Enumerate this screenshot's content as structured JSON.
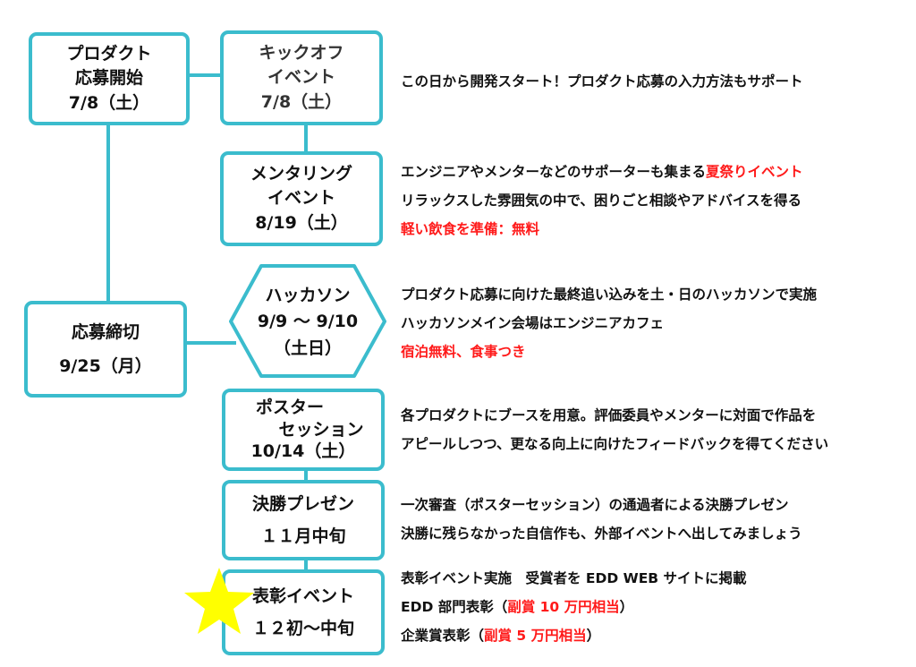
{
  "colors": {
    "accent": "#3bbccd",
    "highlight": "#ff1a1a",
    "star": "#ffff00"
  },
  "nodes": {
    "product_start": {
      "line1": "プロダクト",
      "line2": "応募開始",
      "date": "7/8（土）"
    },
    "kickoff": {
      "line1": "キックオフ",
      "line2": "イベント",
      "date": "7/8（土）"
    },
    "mentoring": {
      "line1": "メンタリング",
      "line2": "イベント",
      "date": "8/19（土）"
    },
    "hackathon": {
      "line1": "ハッカソン",
      "line2": "9/9 ～ 9/10",
      "date": "（土日）"
    },
    "deadline": {
      "line1": "応募締切",
      "date": "9/25（月）"
    },
    "poster": {
      "line1": "ポスター",
      "line2": "セッション",
      "date": "10/14（土）"
    },
    "final": {
      "line1": "決勝プレゼン",
      "date": "１１月中旬"
    },
    "award": {
      "line1": "表彰イベント",
      "date": "１２初～中旬"
    }
  },
  "descriptions": {
    "kickoff": {
      "l1": "この日から開発スタート！プロダクト応募の入力方法もサポート"
    },
    "mentoring": {
      "l1_pre": "エンジニアやメンターなどのサポーターも集まる",
      "l1_red": "夏祭りイベント",
      "l2": "リラックスした雰囲気の中で、困りごと相談やアドバイスを得る",
      "l3_red": "軽い飲食を準備：無料"
    },
    "hackathon": {
      "l1": "プロダクト応募に向けた最終追い込みを土・日のハッカソンで実施",
      "l2": "ハッカソンメイン会場はエンジニアカフェ",
      "l3_red": "宿泊無料、食事つき"
    },
    "poster": {
      "l1": "各プロダクトにブースを用意。評価委員やメンターに対面で作品を",
      "l2": "アピールしつつ、更なる向上に向けたフィードバックを得てください"
    },
    "final": {
      "l1": "一次審査（ポスターセッション）の通過者による決勝プレゼン",
      "l2": "決勝に残らなかった自信作も、外部イベントへ出してみましょう"
    },
    "award": {
      "l1": "表彰イベント実施　受賞者を EDD WEB サイトに掲載",
      "l2_pre": "EDD 部門表彰（",
      "l2_red": "副賞 10 万円相当",
      "l2_post": "）",
      "l3_pre": "企業賞表彰（",
      "l3_red": "副賞 5 万円相当",
      "l3_post": "）"
    }
  }
}
